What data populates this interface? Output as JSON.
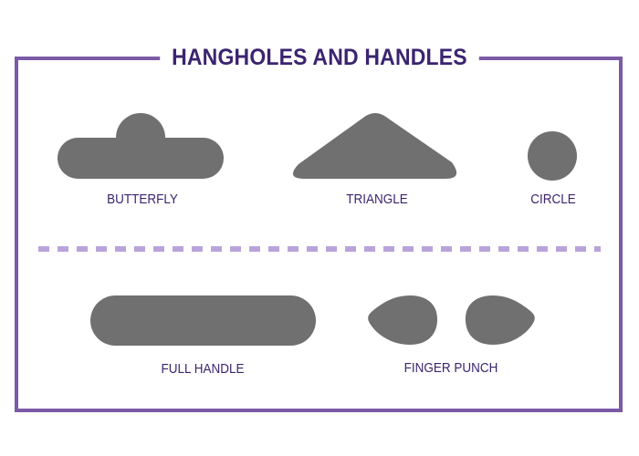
{
  "title": "HANGHOLES AND HANDLES",
  "colors": {
    "frame": "#7b5aa6",
    "title_text": "#3b2470",
    "shape_fill": "#707070",
    "divider": "#b9a3da"
  },
  "shapes": {
    "butterfly": {
      "label": "BUTTERFLY"
    },
    "triangle": {
      "label": "TRIANGLE"
    },
    "circle": {
      "label": "CIRCLE"
    },
    "full_handle": {
      "label": "FULL HANDLE"
    },
    "finger_punch": {
      "label": "FINGER PUNCH"
    }
  }
}
